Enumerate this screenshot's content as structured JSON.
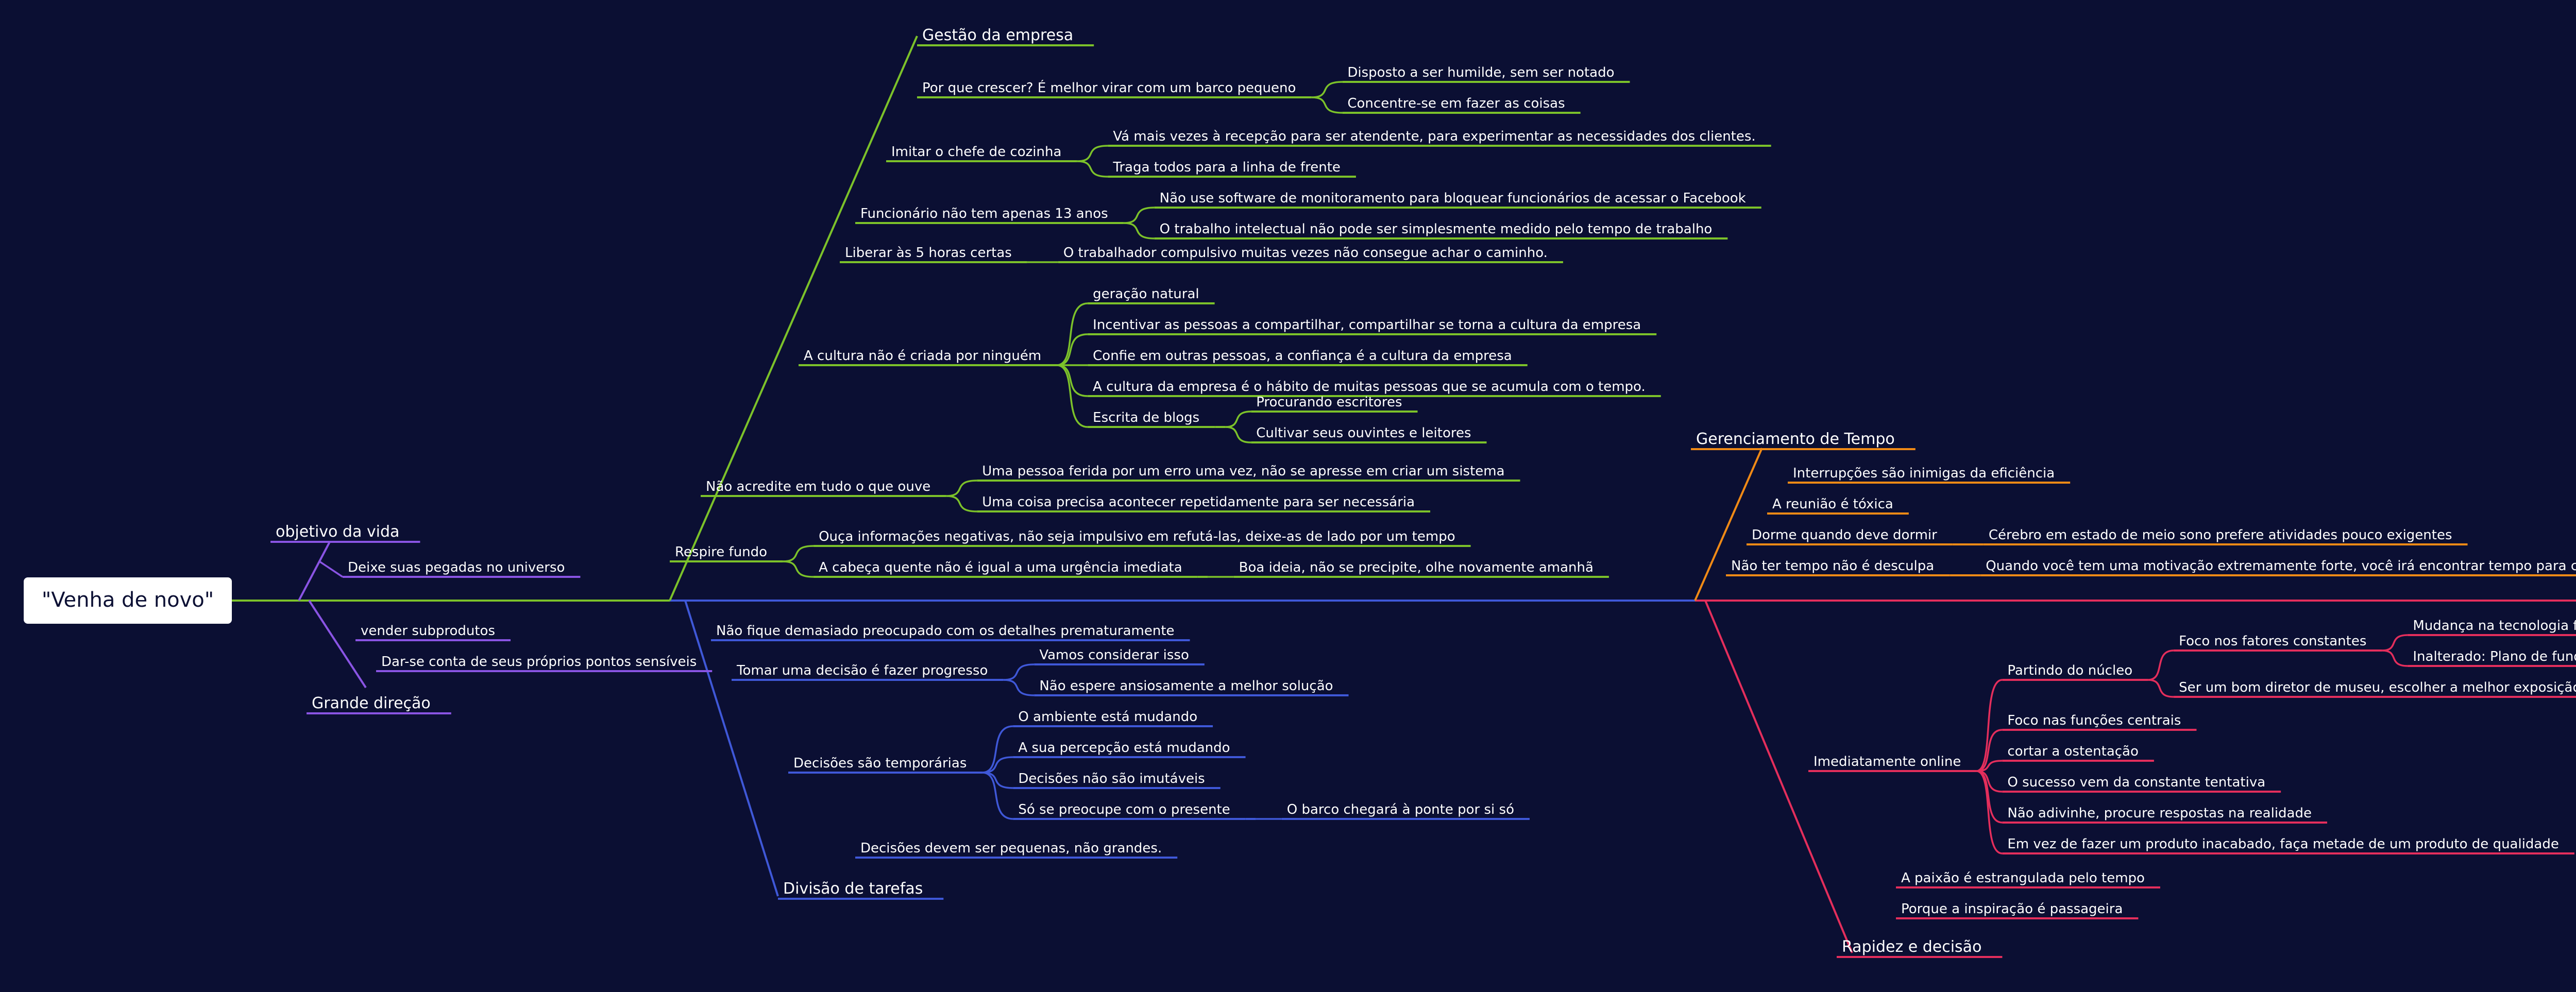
{
  "root": "\"Venha de novo\"",
  "colors": {
    "background": "#0b0f33",
    "green": "#7cc22a",
    "blue": "#3f58d8",
    "purple": "#8a54e4",
    "orange": "#f08a16",
    "red": "#e42e5c",
    "text": "#ffffff"
  },
  "branches": [
    {
      "title": "Gestão da empresa",
      "color": "#7cc22a",
      "children": [
        {
          "label": "Por que crescer? É melhor virar com um barco pequeno",
          "children": [
            {
              "label": "Disposto a ser humilde, sem ser notado"
            },
            {
              "label": "Concentre-se em fazer as coisas"
            }
          ]
        },
        {
          "label": "Imitar o chefe de cozinha",
          "children": [
            {
              "label": "Vá mais vezes à recepção para ser atendente, para experimentar as necessidades dos clientes."
            },
            {
              "label": "Traga todos para a linha de frente"
            }
          ]
        },
        {
          "label": "Funcionário não tem apenas 13 anos",
          "children": [
            {
              "label": "Não use software de monitoramento para bloquear funcionários de acessar o Facebook"
            },
            {
              "label": "O trabalho intelectual não pode ser simplesmente medido pelo tempo de trabalho"
            }
          ]
        },
        {
          "label": "Liberar às 5 horas certas",
          "children": [
            {
              "label": "O trabalhador compulsivo muitas vezes não consegue achar o caminho."
            }
          ]
        },
        {
          "label": "A cultura não é criada por ninguém",
          "children": [
            {
              "label": "geração natural"
            },
            {
              "label": "Incentivar as pessoas a compartilhar, compartilhar se torna a cultura da empresa"
            },
            {
              "label": "Confie em outras pessoas, a confiança é a cultura da empresa"
            },
            {
              "label": "A cultura da empresa é o hábito de muitas pessoas que se acumula com o tempo."
            },
            {
              "label": "Escrita de blogs",
              "children": [
                {
                  "label": "Procurando escritores"
                },
                {
                  "label": "Cultivar seus ouvintes e leitores"
                }
              ]
            }
          ]
        },
        {
          "label": "Não acredite em tudo o que ouve",
          "children": [
            {
              "label": "Uma pessoa ferida por um erro uma vez, não se apresse em criar um sistema"
            },
            {
              "label": "Uma coisa precisa acontecer repetidamente para ser necessária"
            }
          ]
        },
        {
          "label": "Respire fundo",
          "children": [
            {
              "label": "Ouça informações negativas, não seja impulsivo em refutá-las, deixe-as de lado por um tempo"
            },
            {
              "label": "A cabeça quente não é igual a uma urgência imediata",
              "children": [
                {
                  "label": "Boa ideia, não se precipite, olhe novamente amanhã"
                }
              ]
            }
          ]
        }
      ]
    },
    {
      "title": "Divisão de tarefas",
      "color": "#3f58d8",
      "children": [
        {
          "label": "Não fique demasiado preocupado com os detalhes prematuramente"
        },
        {
          "label": "Tomar uma decisão é fazer progresso",
          "children": [
            {
              "label": "Vamos considerar isso"
            },
            {
              "label": "Não espere ansiosamente a melhor solução"
            }
          ]
        },
        {
          "label": "Decisões são temporárias",
          "children": [
            {
              "label": "O ambiente está mudando"
            },
            {
              "label": "A sua percepção está mudando"
            },
            {
              "label": "Decisões não são imutáveis"
            },
            {
              "label": "Só se preocupe com o presente",
              "children": [
                {
                  "label": "O barco chegará à ponte por si só"
                }
              ]
            }
          ]
        },
        {
          "label": "Decisões devem ser pequenas, não grandes."
        }
      ]
    },
    {
      "title": "objetivo da vida",
      "color": "#8a54e4",
      "children": [
        {
          "label": "Deixe suas pegadas no universo"
        }
      ]
    },
    {
      "title": "Grande direção",
      "color": "#8a54e4",
      "children": [
        {
          "label": "vender subprodutos"
        },
        {
          "label": "Dar-se conta de seus próprios pontos sensíveis"
        }
      ]
    },
    {
      "title": "Gerenciamento de Tempo",
      "color": "#f08a16",
      "children": [
        {
          "label": "Interrupções são inimigas da eficiência"
        },
        {
          "label": "A reunião é tóxica"
        },
        {
          "label": "Dorme quando deve dormir",
          "children": [
            {
              "label": "Cérebro em estado de meio sono prefere atividades pouco exigentes"
            }
          ]
        },
        {
          "label": "Não ter tempo não é desculpa",
          "children": [
            {
              "label": "Quando você tem uma motivação extremamente forte, você irá encontrar tempo para concluí-la"
            }
          ]
        }
      ]
    },
    {
      "title": "Rapidez e decisão",
      "color": "#e42e5c",
      "children": [
        {
          "label": "Imediatamente online",
          "children": [
            {
              "label": "Partindo do núcleo",
              "children": [
                {
                  "label": "Foco nos fatores constantes",
                  "children": [
                    {
                      "label": "Mudança na tecnologia front-end"
                    },
                    {
                      "label": "Inalterado: Plano de fundo do Unix"
                    }
                  ]
                },
                {
                  "label": "Ser um bom diretor de museu, escolher a melhor exposição"
                }
              ]
            },
            {
              "label": "Foco nas funções centrais"
            },
            {
              "label": "cortar a ostentação"
            },
            {
              "label": "O sucesso vem da constante tentativa"
            },
            {
              "label": "Não adivinhe, procure respostas na realidade"
            },
            {
              "label": "Em vez de fazer um produto inacabado, faça metade de um produto de qualidade"
            }
          ]
        },
        {
          "label": "A paixão é estrangulada pelo tempo"
        },
        {
          "label": "Porque a inspiração é passageira"
        }
      ]
    }
  ]
}
